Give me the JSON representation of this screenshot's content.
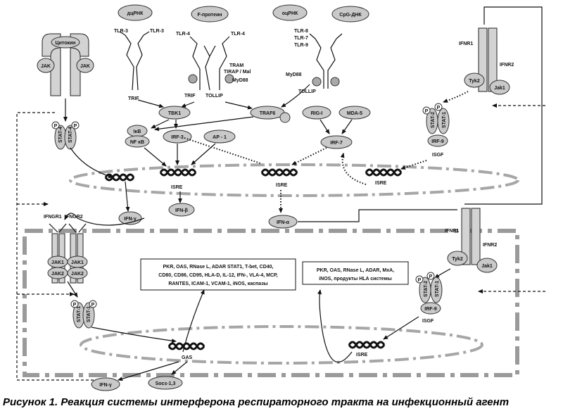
{
  "caption": "Рисунок 1. Реакция системы интерферона респираторного тракта на инфекционный агент",
  "labels": {
    "dsrna": "дцРНК",
    "fprotein": "F-протеин",
    "ssrna": "оцРНК",
    "cpg": "CpG-ДНК",
    "cytokine": "Цитокин",
    "jak_l": "JAK",
    "jak_r": "JAK",
    "tlr3_a": "TLR-3",
    "tlr3_b": "TLR-3",
    "tlr4_a": "TLR-4",
    "tlr4_b": "TLR-4",
    "tlr8": "TLR-8",
    "tlr7": "TLR-7",
    "tlr9": "TLR-9",
    "tram": "TRAM",
    "tirap": "TIRAP / Mal",
    "myd88_a": "MyD88",
    "myd88_b": "MyD88",
    "trif_a": "TRIF",
    "trif_b": "TRIF",
    "tollip_a": "TOLLIP",
    "tollip_b": "TOLLIP",
    "tbk1": "TBK1",
    "traf6": "TRAF6",
    "rigi": "RIG-I",
    "mda5": "MDA-5",
    "irf3": "IRF-3",
    "ap1": "AP - 1",
    "irf7": "IRF-7",
    "ikb": "IκB",
    "nfkb": "NF κB",
    "stat4_a": "STAT-4",
    "stat4_b": "STAT-4",
    "p": "P",
    "ifnr1_top": "IFNR1",
    "ifnr2_top": "IFNR2",
    "tyk2_top": "Tyk2",
    "jak1_top": "Jak1",
    "stat2_top": "STAT-2",
    "stat1_top": "STAT-1",
    "irf9_top": "IRF-9",
    "isgf_top": "ISGF",
    "isre_1": "ISRE",
    "isre_2": "ISRE",
    "isre_3": "ISRE",
    "isre_4": "ISRE",
    "ifn_beta": "IFN-β",
    "ifn_gamma_top": "IFN-γ",
    "ifn_alpha": "IFN-α",
    "ifngr1": "IFNGR1",
    "ifngr2": "IFNGR2",
    "jak1_l": "JAK1",
    "jak1_r": "JAK1",
    "jak2_l": "JAK2",
    "jak2_r": "JAK2",
    "stat1_a": "STAT-1",
    "stat1_b": "STAT-1",
    "ifnr1_bot": "IFNR1",
    "ifnr2_bot": "IFNR2",
    "tyk2_bot": "Tyk2",
    "jak1_bot": "Jak1",
    "stat2_bot": "STAT-2",
    "stat1_bot": "STAT-1",
    "irf9_bot": "IRF-9",
    "isgf_bot": "ISGF",
    "gas": "GAS",
    "ifn_gamma_bot": "IFN-γ",
    "socs": "Socs-1,3"
  },
  "box_gas": {
    "lines": [
      "PKR, OAS, RNase L, ADAR STAT1, T-bet, CD40,",
      "CD80, CD86, CD95, HLA-D, IL-12, IFN-, VLA-4, MCP,",
      "RANTES, ICAM-1, VCAM-1, iNOS, каспазы"
    ]
  },
  "box_isre": {
    "lines": [
      "PKR, OAS, RNase L, ADAR, MxA,",
      "iNOS, продукты HLA системы"
    ]
  }
}
